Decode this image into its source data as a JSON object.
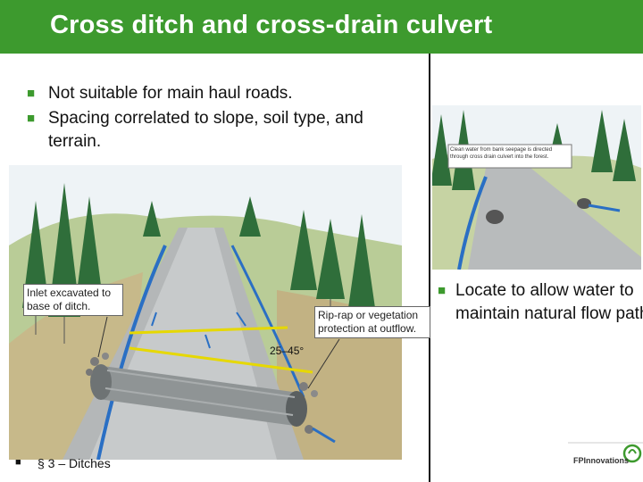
{
  "title": "Cross ditch and cross-drain culvert",
  "left_bullets": [
    "Not suitable for main haul roads.",
    "Spacing correlated to slope, soil type, and terrain."
  ],
  "right_bullet": "Locate to allow water to maintain natural flow path.",
  "callouts": {
    "inlet": "Inlet excavated to base of ditch.",
    "riprap": "Rip-rap or vegetation protection at outflow.",
    "angle": "25–45°",
    "side_note": "Clean water from bank seepage is directed through cross drain culvert into the forest."
  },
  "footer": {
    "section": "§ 3 – Ditches"
  },
  "logo": {
    "text": "FPInnovations"
  },
  "colors": {
    "title_bar": "#3d9a2e",
    "bullet": "#3d9a2e",
    "water": "#2a6fc4",
    "guide_line": "#e6d800"
  }
}
